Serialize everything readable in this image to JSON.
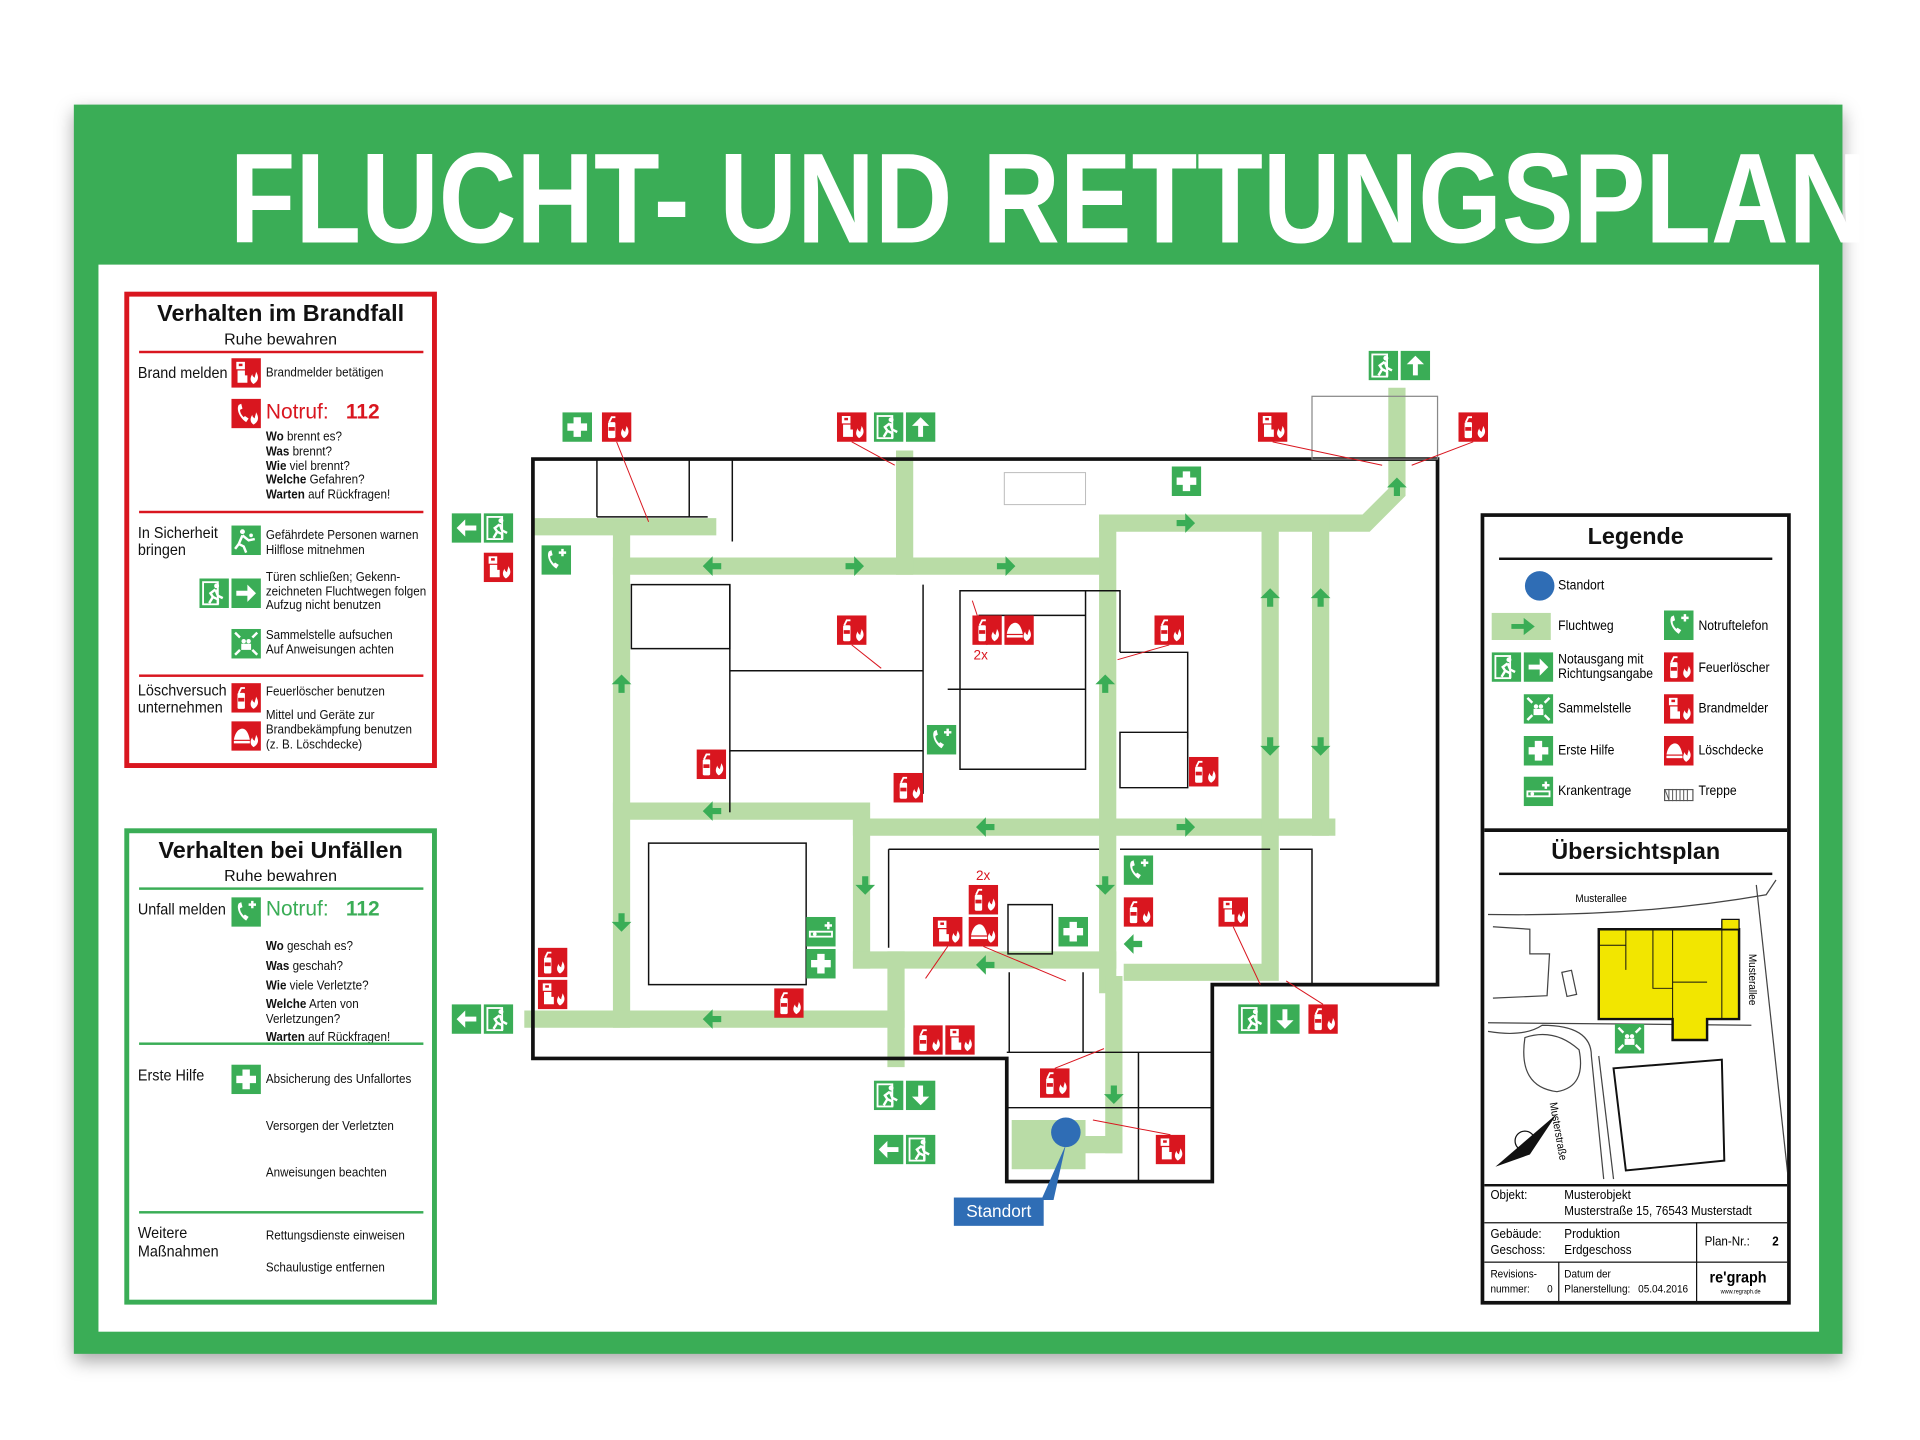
{
  "title": "FLUCHT- UND RETTUNGSPLAN",
  "colors": {
    "frame_green": "#3aad56",
    "fire_red": "#d9161f",
    "escape_route": "#b9dca6",
    "standort_blue": "#2f6db5",
    "overview_building": "#f2e600"
  },
  "fire_panel": {
    "title": "Verhalten im Brandfall",
    "subtitle": "Ruhe bewahren",
    "report": {
      "label": "Brand melden",
      "text": "Brandmelder betätigen",
      "notruf_label": "Notruf:",
      "notruf_number": "112",
      "questions": [
        {
          "bold": "Wo",
          "rest": " brennt es?"
        },
        {
          "bold": "Was",
          "rest": " brennt?"
        },
        {
          "bold": "Wie",
          "rest": " viel brennt?"
        },
        {
          "bold": "Welche",
          "rest": " Gefahren?"
        },
        {
          "bold": "Warten",
          "rest": " auf Rückfragen!"
        }
      ]
    },
    "safety": {
      "label_1": "In Sicherheit",
      "label_2": "bringen",
      "warn_1": "Gefährdete Personen warnen",
      "warn_2": "Hilflose mitnehmen",
      "doors_1": "Türen schließen; Gekenn-",
      "doors_2": "zeichneten Fluchtwegen folgen",
      "doors_3": "Aufzug nicht benutzen",
      "assembly_1": "Sammelstelle aufsuchen",
      "assembly_2": "Auf Anweisungen achten"
    },
    "extinguish": {
      "label_1": "Löschversuch",
      "label_2": "unternehmen",
      "text_1": "Feuerlöscher benutzen",
      "text_2": "Mittel und Geräte zur",
      "text_3": "Brandbekämpfung benutzen",
      "text_4": "(z. B. Löschdecke)"
    }
  },
  "accident_panel": {
    "title": "Verhalten bei Unfällen",
    "subtitle": "Ruhe bewahren",
    "report": {
      "label": "Unfall melden",
      "notruf_label": "Notruf:",
      "notruf_number": "112",
      "questions": [
        {
          "bold": "Wo",
          "rest": " geschah es?"
        },
        {
          "bold": "Was",
          "rest": " geschah?"
        },
        {
          "bold": "Wie",
          "rest": " viele Verletzte?"
        },
        {
          "bold": "Welche",
          "rest": " Arten von"
        },
        {
          "bold": "",
          "rest": "Verletzungen?"
        },
        {
          "bold": "Warten",
          "rest": " auf Rückfragen!"
        }
      ]
    },
    "first_aid": {
      "label": "Erste Hilfe",
      "items": [
        "Absicherung des Unfallortes",
        "Versorgen der Verletzten",
        "Anweisungen beachten"
      ]
    },
    "further": {
      "label_1": "Weitere",
      "label_2": "Maßnahmen",
      "items": [
        "Rettungsdienste einweisen",
        "Schaulustige entfernen"
      ]
    }
  },
  "legend": {
    "title": "Legende",
    "items": {
      "standort": "Standort",
      "fluchtweg": "Fluchtweg",
      "notausgang_1": "Notausgang mit",
      "notausgang_2": "Richtungsangabe",
      "sammelstelle": "Sammelstelle",
      "erste_hilfe": "Erste Hilfe",
      "krankentrage": "Krankentrage",
      "notruftelefon": "Notruftelefon",
      "feuerloescher": "Feuerlöscher",
      "brandmelder": "Brandmelder",
      "loeschdecke": "Löschdecke",
      "treppe": "Treppe"
    }
  },
  "overview": {
    "title": "Übersichtsplan",
    "street_top": "Musterallee",
    "street_right": "Musterallee",
    "street_left": "Musterstraße"
  },
  "info": {
    "objekt_label": "Objekt:",
    "objekt_name": "Musterobjekt",
    "objekt_address": "Musterstraße 15, 76543 Musterstadt",
    "gebaeude_label": "Gebäude:",
    "gebaeude_value": "Produktion",
    "geschoss_label": "Geschoss:",
    "geschoss_value": "Erdgeschoss",
    "plan_nr_label": "Plan-Nr.:",
    "plan_nr_value": "2",
    "revision_label_1": "Revisions-",
    "revision_label_2": "nummer:",
    "revision_value": "0",
    "datum_label_1": "Datum der",
    "datum_label_2": "Planerstellung:",
    "datum_value": "05.04.2016",
    "logo": "re'graph",
    "logo_url": "www.regraph.de"
  },
  "plan": {
    "standort_label": "Standort",
    "count_upper": "2x",
    "count_lower": "2x"
  }
}
